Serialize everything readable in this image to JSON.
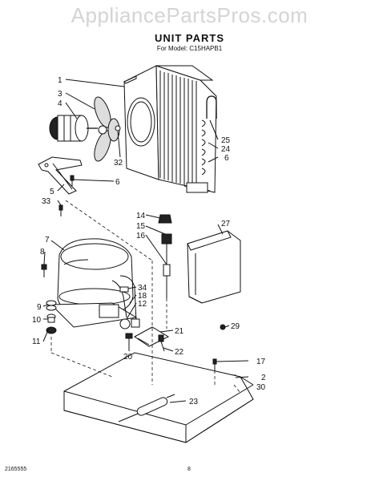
{
  "watermark": "AppliancePartsPros.com",
  "header": {
    "title": "UNIT PARTS",
    "subtitle": "For Model: C15HAPB1"
  },
  "footer": {
    "left_code": "2165555",
    "page": "8"
  },
  "callouts": [
    "1",
    "3",
    "4",
    "32",
    "25",
    "24",
    "6",
    "6",
    "5",
    "33",
    "14",
    "15",
    "16",
    "27",
    "7",
    "8",
    "34",
    "18",
    "12",
    "9",
    "10",
    "11",
    "20",
    "21",
    "22",
    "29",
    "17",
    "2",
    "30",
    "23"
  ]
}
